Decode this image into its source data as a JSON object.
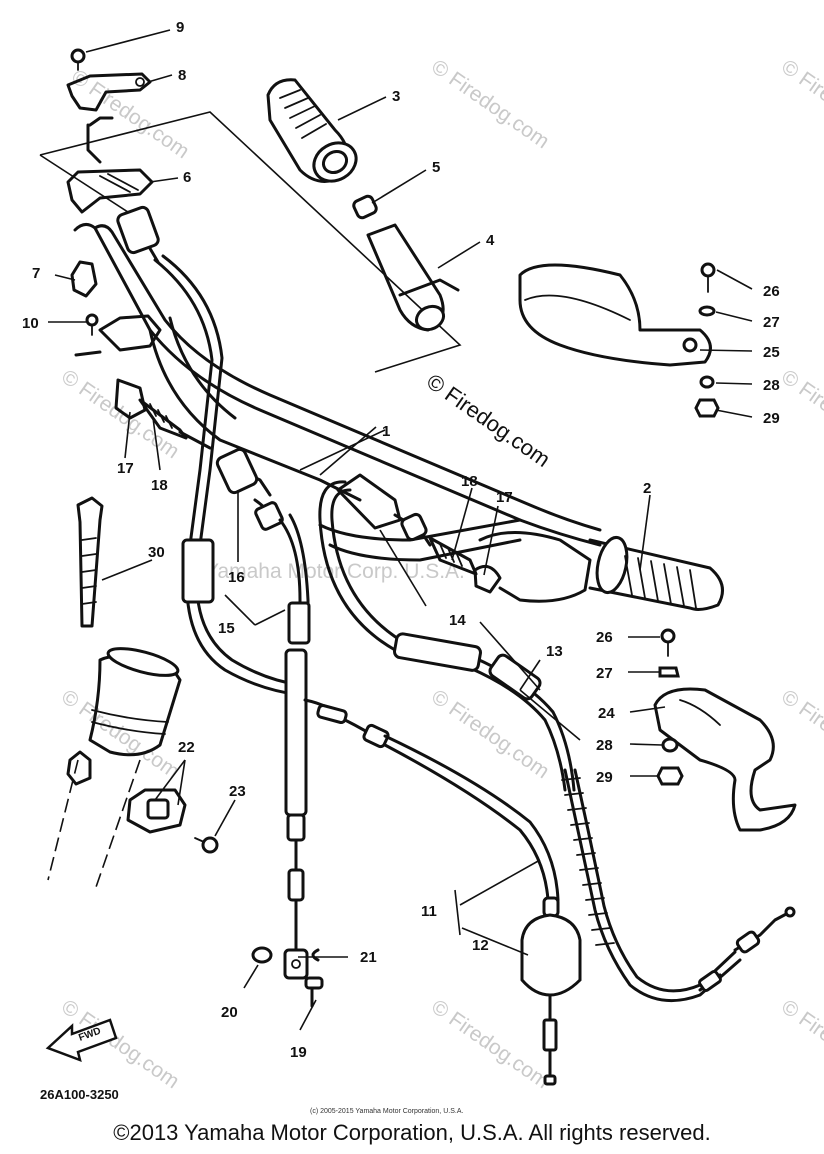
{
  "ref_code": "26A100-3250",
  "small_copyright": "(c) 2005-2015 Yamaha Motor Corporation, U.S.A.",
  "footer": "©2013 Yamaha Motor Corporation, U.S.A. All rights reserved.",
  "fwd_label": "FWD",
  "watermark_large": "© Firedog.com",
  "watermark_small": "© Firedog.com",
  "watermark_mid": "Yamaha Motor Corp. U.S.A.",
  "callouts": {
    "c1": "1",
    "c2": "2",
    "c3": "3",
    "c4": "4",
    "c5": "5",
    "c6": "6",
    "c7": "7",
    "c8": "8",
    "c9": "9",
    "c10": "10",
    "c11": "11",
    "c12": "12",
    "c13": "13",
    "c14": "14",
    "c15": "15",
    "c16": "16",
    "c17a": "17",
    "c17b": "17",
    "c18a": "18",
    "c18b": "18",
    "c19": "19",
    "c20": "20",
    "c21": "21",
    "c22": "22",
    "c23": "23",
    "c24": "24",
    "c25": "25",
    "c26a": "26",
    "c26b": "26",
    "c27a": "27",
    "c27b": "27",
    "c28a": "28",
    "c28b": "28",
    "c29a": "29",
    "c29b": "29",
    "c30": "30"
  }
}
